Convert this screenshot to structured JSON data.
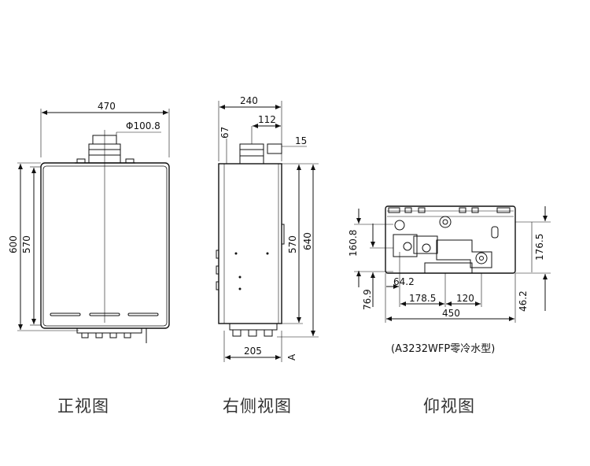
{
  "front": {
    "dims": {
      "width": "470",
      "flue": "Φ100.8",
      "height_total": "600",
      "height_body": "570"
    },
    "caption": "正视图"
  },
  "side": {
    "dims": {
      "depth": "240",
      "flue_offset": "112",
      "top_gap": "67",
      "top_right": "15",
      "height_body": "570",
      "height_total": "640",
      "bottom": "205",
      "ref": "A"
    },
    "caption": "右侧视图"
  },
  "bottom": {
    "dims": {
      "left_upper": "160.8",
      "left_lower": "76.9",
      "offset_a": "64.2",
      "offset_b": "178.5",
      "offset_c": "120",
      "width": "450",
      "right_upper": "176.5",
      "right_lower": "46.2"
    },
    "model_note": "(A3232WFP零冷水型)",
    "caption": "仰视图"
  }
}
